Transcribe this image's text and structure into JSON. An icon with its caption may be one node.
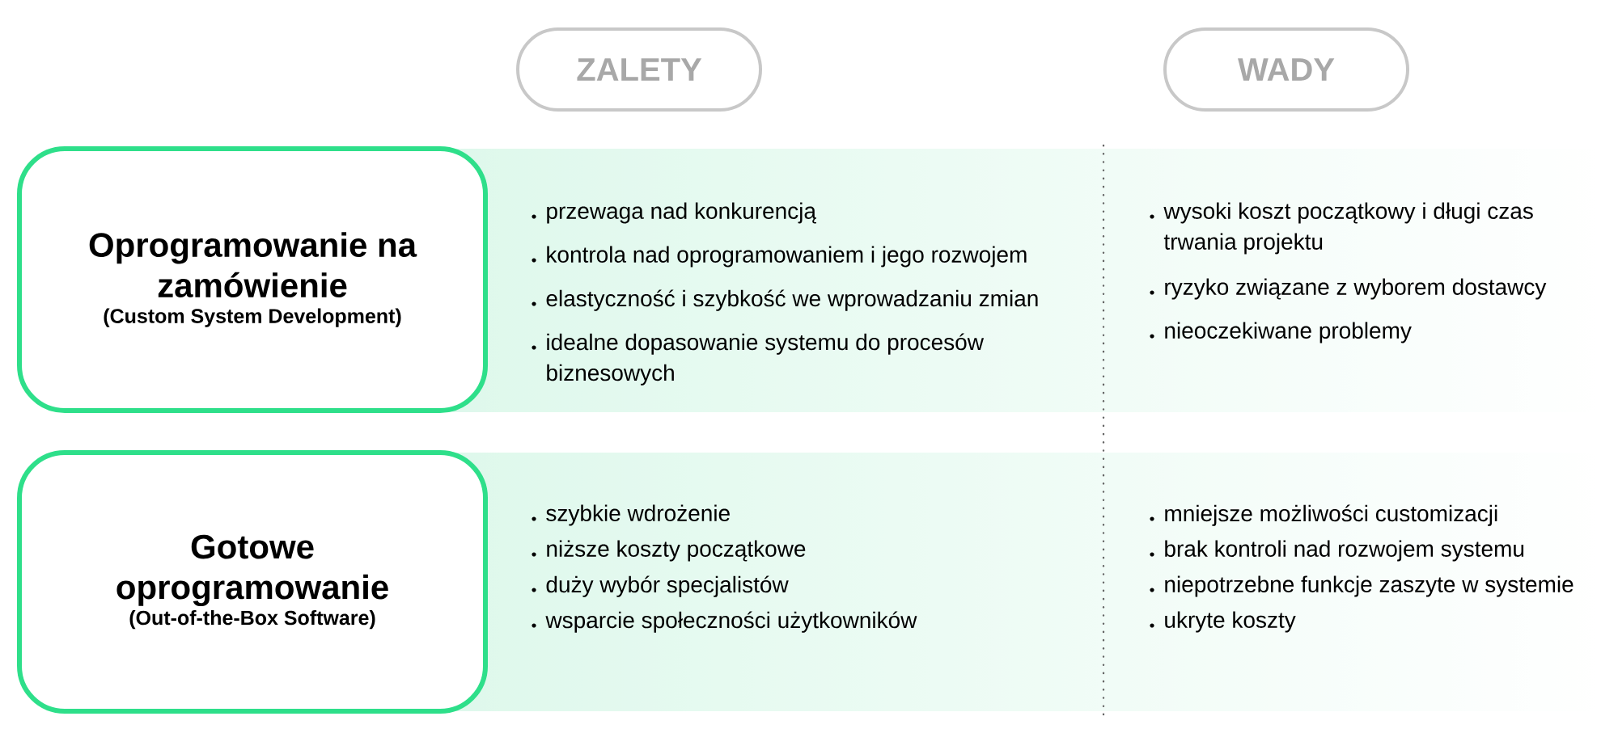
{
  "diagram": {
    "nodes": [
      {
        "text": [
          "ZALETY"
        ]
      },
      {
        "text": [
          "WADY"
        ]
      },
      {
        "text": [
          "Oprogramowanie na zamówienie",
          "(Custom System Development)"
        ]
      },
      {
        "text": [
          "Gotowe oprogramowanie",
          "(Out-of-the-Box Software)"
        ]
      }
    ],
    "labels": [
      "przewaga nad konkurencją",
      "kontrola nad oprogramowaniem i jego rozwojem",
      "elastyczność i szybkość we wprowadzaniu zmian",
      "idealne dopasowanie systemu do procesów biznesowych",
      "wysoki koszt początkowy i długi czas trwania projektu",
      "ryzyko związane z wyborem dostawcy",
      "nieoczekiwane problemy",
      "szybkie wdrożenie",
      "niższe koszty początkowe",
      "duży wybór specjalistów",
      "wsparcie społeczności użytkowników",
      "mniejsze możliwości customizacji",
      "brak kontroli nad rozwojem systemu",
      "niepotrzebne funkcje zaszyte w systemie",
      "ukryte koszty"
    ]
  }
}
